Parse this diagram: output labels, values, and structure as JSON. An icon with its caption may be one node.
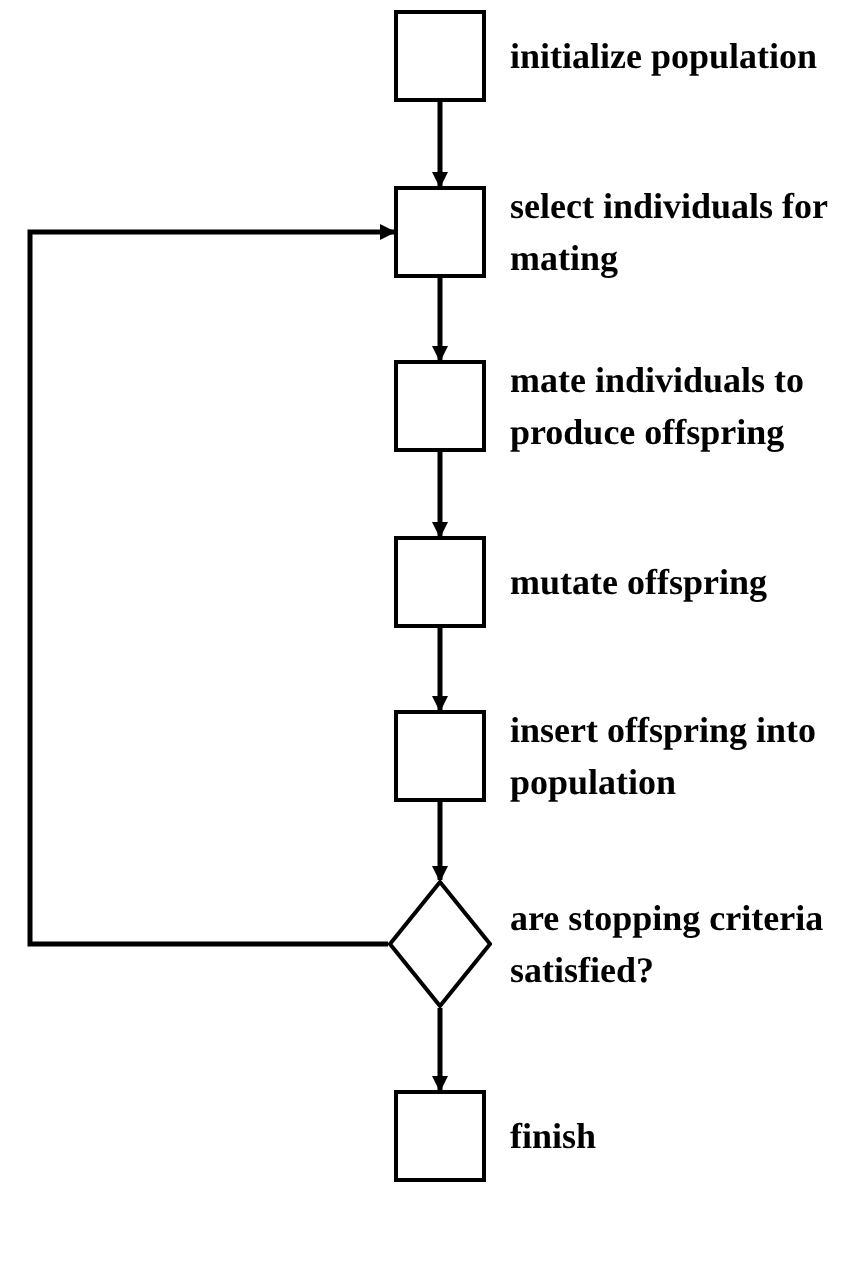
{
  "diagram": {
    "nodes": [
      {
        "text": [],
        "shape": "box",
        "beside": [
          "initialize population"
        ]
      },
      {
        "text": [],
        "shape": "box",
        "beside": [
          "select individuals for mating"
        ]
      },
      {
        "text": [],
        "shape": "box",
        "beside": [
          "mate individuals to produce offspring"
        ]
      },
      {
        "text": [],
        "shape": "box",
        "beside": [
          "mutate offspring"
        ]
      },
      {
        "text": [],
        "shape": "box",
        "beside": [
          "insert offspring into population"
        ]
      },
      {
        "text": [],
        "shape": "diamond",
        "beside": [
          "are stopping criteria satisfied?"
        ]
      },
      {
        "text": [],
        "shape": "box",
        "beside": [
          "finish"
        ]
      }
    ],
    "edges": [
      {
        "from": 0,
        "to": 1,
        "arrow": "to"
      },
      {
        "from": 1,
        "to": 2,
        "arrow": "to"
      },
      {
        "from": 2,
        "to": 3,
        "arrow": "to"
      },
      {
        "from": 3,
        "to": 4,
        "arrow": "to"
      },
      {
        "from": 4,
        "to": 5,
        "arrow": "to"
      },
      {
        "from": 5,
        "to": 6,
        "arrow": "to"
      },
      {
        "from": 5,
        "to": 1,
        "arrow": "to"
      }
    ]
  }
}
